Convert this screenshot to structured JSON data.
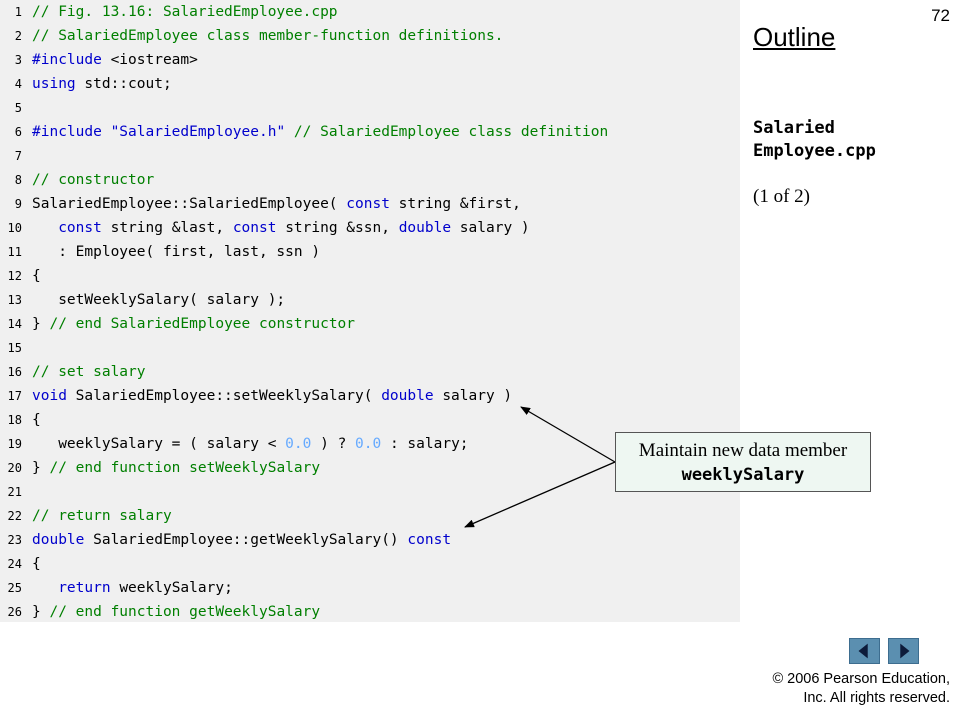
{
  "page_number": "72",
  "sidebar": {
    "outline_title": "Outline",
    "file_name_line1": "Salaried",
    "file_name_line2": "Employee.cpp",
    "part": "(1 of 2)"
  },
  "callout": {
    "line1": "Maintain new data member",
    "line2": "weeklySalary"
  },
  "footer": {
    "copyright_line1": "© 2006 Pearson Education,",
    "copyright_line2": "Inc.  All rights reserved."
  },
  "nav": {
    "prev_icon": "triangle-left-icon",
    "next_icon": "triangle-right-icon",
    "color": "#5b8fb0"
  },
  "code_lines": [
    {
      "num": "1",
      "tokens": [
        [
          "comment",
          "// Fig. 13.16: SalariedEmployee.cpp"
        ]
      ]
    },
    {
      "num": "2",
      "tokens": [
        [
          "comment",
          "// SalariedEmployee class member-function definitions."
        ]
      ]
    },
    {
      "num": "3",
      "tokens": [
        [
          "keyword",
          "#include"
        ],
        [
          "normal",
          " <iostream>"
        ]
      ]
    },
    {
      "num": "4",
      "tokens": [
        [
          "keyword",
          "using"
        ],
        [
          "normal",
          " std::cout;"
        ]
      ]
    },
    {
      "num": "5",
      "tokens": []
    },
    {
      "num": "6",
      "tokens": [
        [
          "keyword",
          "#include"
        ],
        [
          "normal",
          " "
        ],
        [
          "string",
          "\"SalariedEmployee.h\""
        ],
        [
          "normal",
          " "
        ],
        [
          "comment",
          "// SalariedEmployee class definition"
        ]
      ]
    },
    {
      "num": "7",
      "tokens": []
    },
    {
      "num": "8",
      "tokens": [
        [
          "comment",
          "// constructor"
        ]
      ]
    },
    {
      "num": "9",
      "tokens": [
        [
          "normal",
          "SalariedEmployee::SalariedEmployee( "
        ],
        [
          "keyword",
          "const"
        ],
        [
          "normal",
          " string &first,"
        ]
      ]
    },
    {
      "num": "10",
      "tokens": [
        [
          "normal",
          "   "
        ],
        [
          "keyword",
          "const"
        ],
        [
          "normal",
          " string &last, "
        ],
        [
          "keyword",
          "const"
        ],
        [
          "normal",
          " string &ssn, "
        ],
        [
          "keyword",
          "double"
        ],
        [
          "normal",
          " salary )"
        ]
      ]
    },
    {
      "num": "11",
      "tokens": [
        [
          "normal",
          "   : Employee( first, last, ssn )"
        ]
      ]
    },
    {
      "num": "12",
      "tokens": [
        [
          "normal",
          "{"
        ]
      ]
    },
    {
      "num": "13",
      "tokens": [
        [
          "normal",
          "   setWeeklySalary( salary );"
        ]
      ]
    },
    {
      "num": "14",
      "tokens": [
        [
          "normal",
          "} "
        ],
        [
          "comment",
          "// end SalariedEmployee constructor"
        ]
      ]
    },
    {
      "num": "15",
      "tokens": []
    },
    {
      "num": "16",
      "tokens": [
        [
          "comment",
          "// set salary"
        ]
      ]
    },
    {
      "num": "17",
      "tokens": [
        [
          "keyword",
          "void"
        ],
        [
          "normal",
          " SalariedEmployee::setWeeklySalary( "
        ],
        [
          "keyword",
          "double"
        ],
        [
          "normal",
          " salary )"
        ]
      ]
    },
    {
      "num": "18",
      "tokens": [
        [
          "normal",
          "{"
        ]
      ]
    },
    {
      "num": "19",
      "tokens": [
        [
          "normal",
          "   weeklySalary = ( salary < "
        ],
        [
          "number",
          "0.0"
        ],
        [
          "normal",
          " ) ? "
        ],
        [
          "number",
          "0.0"
        ],
        [
          "normal",
          " : salary;"
        ]
      ]
    },
    {
      "num": "20",
      "tokens": [
        [
          "normal",
          "} "
        ],
        [
          "comment",
          "// end function setWeeklySalary"
        ]
      ]
    },
    {
      "num": "21",
      "tokens": []
    },
    {
      "num": "22",
      "tokens": [
        [
          "comment",
          "// return salary"
        ]
      ]
    },
    {
      "num": "23",
      "tokens": [
        [
          "keyword",
          "double"
        ],
        [
          "normal",
          " SalariedEmployee::getWeeklySalary() "
        ],
        [
          "keyword",
          "const"
        ]
      ]
    },
    {
      "num": "24",
      "tokens": [
        [
          "normal",
          "{"
        ]
      ]
    },
    {
      "num": "25",
      "tokens": [
        [
          "normal",
          "   "
        ],
        [
          "keyword",
          "return"
        ],
        [
          "normal",
          " weeklySalary;"
        ]
      ]
    },
    {
      "num": "26",
      "tokens": [
        [
          "normal",
          "} "
        ],
        [
          "comment",
          "// end function getWeeklySalary"
        ]
      ]
    }
  ]
}
